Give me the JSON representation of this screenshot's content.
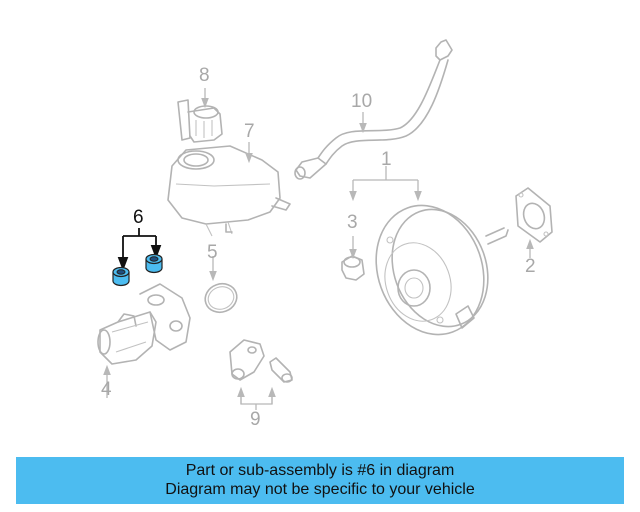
{
  "callouts": {
    "c1": "1",
    "c2": "2",
    "c3": "3",
    "c4": "4",
    "c5": "5",
    "c6": "6",
    "c7": "7",
    "c8": "8",
    "c9": "9",
    "c10": "10"
  },
  "banner": {
    "line1": "Part or sub-assembly is #6 in diagram",
    "line2": "Diagram may not be specific to your vehicle"
  },
  "colors": {
    "highlight": "#4cbcf0",
    "banner_bg": "#4cbcf0",
    "part_lines": "#b3b3b3",
    "active_label": "#111111"
  }
}
